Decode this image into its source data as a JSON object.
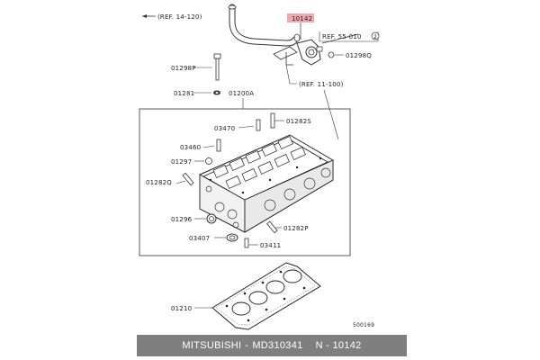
{
  "diagram": {
    "refs": {
      "ref_hose": "(REF. 14-120)",
      "ref_bracket": "(REF. 11-100)",
      "ref_sensor": "REF. 55-010",
      "ref_sensor_num": "2"
    },
    "parts": {
      "highlight_part": "10142",
      "p_01298q_top": "01298Q",
      "p_01298p": "01298P",
      "p_01281": "01281",
      "p_01200a": "01200A",
      "p_03470": "03470",
      "p_01282s": "01282S",
      "p_03460": "03460",
      "p_01297": "01297",
      "p_01282q": "01282Q",
      "p_01296": "01296",
      "p_01282p": "01282P",
      "p_03407": "03407",
      "p_03411": "03411",
      "p_01210": "01210"
    },
    "figure_code": "500169",
    "highlight_color": "#f2a6ae"
  },
  "footer": {
    "brand": "MITSUBISHI",
    "sep": "-",
    "part_number": "MD310341",
    "code": "N - 10142"
  }
}
